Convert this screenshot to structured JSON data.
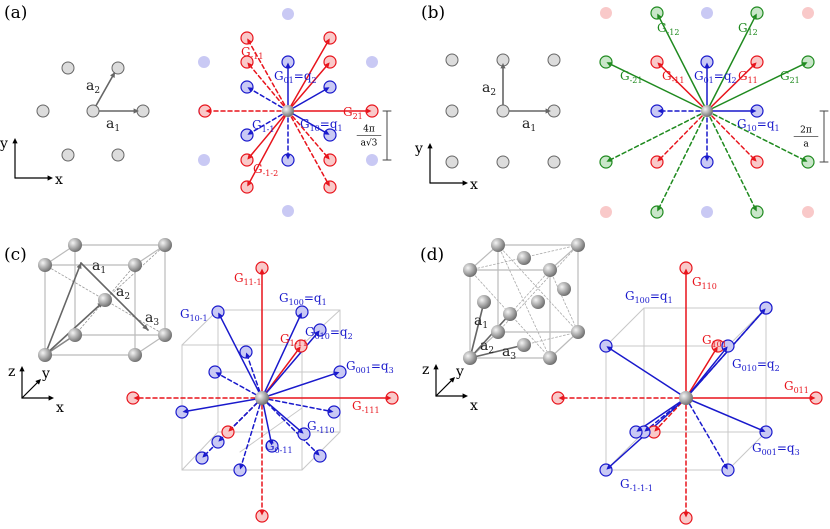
{
  "colors": {
    "red": "#e8141c",
    "blue": "#1919cc",
    "green": "#1f8a1f",
    "gray": "#666666",
    "lattice": "#cfcfcf"
  },
  "panels": {
    "a": {
      "label": "(a)",
      "axes": {
        "y": "y",
        "x": "x"
      },
      "basis": [
        {
          "base": "a",
          "sub": "1"
        },
        {
          "base": "a",
          "sub": "2"
        }
      ],
      "vectors": [
        {
          "base": "G",
          "sub": "-11",
          "color": "red"
        },
        {
          "base": "G",
          "sub": "01",
          "color": "blue",
          "eq": "=q",
          "eq_sub": "2"
        },
        {
          "base": "G",
          "sub": "10",
          "color": "blue",
          "eq": "=q",
          "eq_sub": "1"
        },
        {
          "base": "G",
          "sub": "1-1",
          "color": "blue"
        },
        {
          "base": "G",
          "sub": "21",
          "color": "red"
        },
        {
          "base": "G",
          "sub": "-1-2",
          "color": "red"
        }
      ],
      "scale": {
        "num": "4π",
        "den": "a√3"
      }
    },
    "b": {
      "label": "(b)",
      "basis": [
        {
          "base": "a",
          "sub": "1"
        },
        {
          "base": "a",
          "sub": "2"
        }
      ],
      "axes": {
        "y": "y",
        "x": "x"
      },
      "vectors": [
        {
          "base": "G",
          "sub": "-12",
          "color": "green"
        },
        {
          "base": "G",
          "sub": "12",
          "color": "green"
        },
        {
          "base": "G",
          "sub": "-21",
          "color": "green"
        },
        {
          "base": "G",
          "sub": "21",
          "color": "green"
        },
        {
          "base": "G",
          "sub": "-11",
          "color": "red"
        },
        {
          "base": "G",
          "sub": "11",
          "color": "red"
        },
        {
          "base": "G",
          "sub": "01",
          "color": "blue",
          "eq": "=q",
          "eq_sub": "2"
        },
        {
          "base": "G",
          "sub": "10",
          "color": "blue",
          "eq": "=q",
          "eq_sub": "1"
        }
      ],
      "scale": {
        "num": "2π",
        "den": "a"
      }
    },
    "c": {
      "label": "(c)",
      "basis": [
        {
          "base": "a",
          "sub": "1"
        },
        {
          "base": "a",
          "sub": "2"
        },
        {
          "base": "a",
          "sub": "3"
        }
      ],
      "axes": {
        "z": "z",
        "y": "y",
        "x": "x"
      },
      "vectors": [
        {
          "base": "G",
          "sub": "11-1",
          "color": "red"
        },
        {
          "base": "G",
          "sub": "10-1",
          "color": "blue"
        },
        {
          "base": "G",
          "sub": "100",
          "color": "blue",
          "eq": "=q",
          "eq_sub": "1"
        },
        {
          "base": "G",
          "sub": "010",
          "color": "blue",
          "eq": "=q",
          "eq_sub": "2"
        },
        {
          "base": "G",
          "sub": "1-11",
          "color": "red"
        },
        {
          "base": "G",
          "sub": "001",
          "color": "blue",
          "eq": "=q",
          "eq_sub": "3"
        },
        {
          "base": "G",
          "sub": "-111",
          "color": "red"
        },
        {
          "base": "G",
          "sub": "-110",
          "color": "blue"
        },
        {
          "base": "G",
          "sub": "0-11",
          "color": "blue"
        }
      ]
    },
    "d": {
      "label": "(d)",
      "basis": [
        {
          "base": "a",
          "sub": "1"
        },
        {
          "base": "a",
          "sub": "2"
        },
        {
          "base": "a",
          "sub": "3"
        }
      ],
      "axes": {
        "z": "z",
        "y": "y",
        "x": "x"
      },
      "vectors": [
        {
          "base": "G",
          "sub": "110",
          "color": "red"
        },
        {
          "base": "G",
          "sub": "100",
          "color": "blue",
          "eq": "=q",
          "eq_sub": "1"
        },
        {
          "base": "G",
          "sub": "101",
          "color": "red"
        },
        {
          "base": "G",
          "sub": "010",
          "color": "blue",
          "eq": "=q",
          "eq_sub": "2"
        },
        {
          "base": "G",
          "sub": "011",
          "color": "red"
        },
        {
          "base": "G",
          "sub": "001",
          "color": "blue",
          "eq": "=q",
          "eq_sub": "3"
        },
        {
          "base": "G",
          "sub": "-1-1-1",
          "color": "blue"
        }
      ]
    }
  }
}
